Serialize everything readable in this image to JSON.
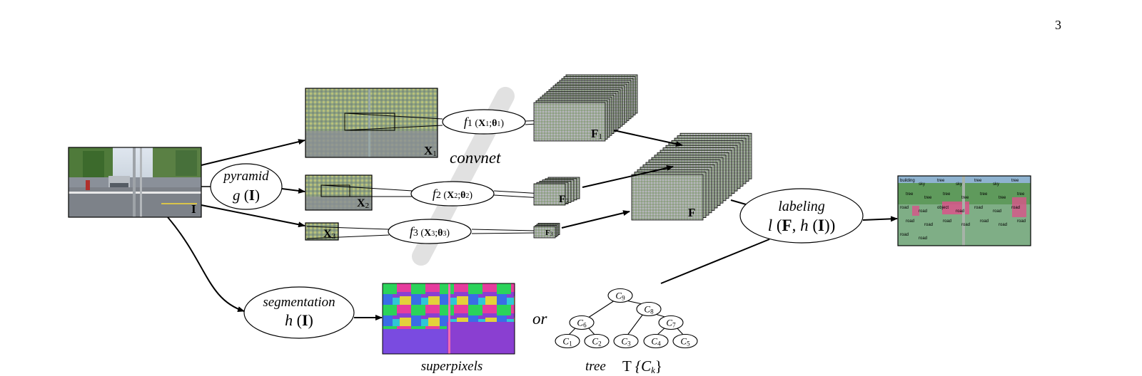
{
  "page_number": "3",
  "labels": {
    "convnet": "convnet",
    "pyramid": "pyramid",
    "pyramid_fn": "g",
    "input": "I",
    "segmentation": "segmentation",
    "segmentation_fn": "h",
    "labeling": "labeling",
    "labeling_fn_l": "l",
    "labeling_F": "F",
    "labeling_h": "h",
    "or": "or",
    "superpixels": "superpixels",
    "tree": "tree",
    "tree_symbol": "T",
    "tree_set": "{C",
    "tree_sub": "k",
    "tree_close": "}"
  },
  "scales": [
    {
      "x": "X",
      "sub": "1",
      "f": "f",
      "fsub": "1",
      "xarg": "X",
      "xargsub": "1",
      "theta": "θ",
      "thetasub": "1",
      "F": "F",
      "Fsub": "1"
    },
    {
      "x": "X",
      "sub": "2",
      "f": "f",
      "fsub": "2",
      "xarg": "X",
      "xargsub": "2",
      "theta": "θ",
      "thetasub": "2",
      "F": "F",
      "Fsub": "2"
    },
    {
      "x": "X",
      "sub": "3",
      "f": "f",
      "fsub": "3",
      "xarg": "X",
      "xargsub": "3",
      "theta": "θ",
      "thetasub": "3",
      "F": "F",
      "Fsub": "3"
    }
  ],
  "combined_feature": "F",
  "tree_nodes": {
    "c9": {
      "c": "C",
      "s": "9"
    },
    "c8": {
      "c": "C",
      "s": "8"
    },
    "c6": {
      "c": "C",
      "s": "6"
    },
    "c7": {
      "c": "C",
      "s": "7"
    },
    "c1": {
      "c": "C",
      "s": "1"
    },
    "c2": {
      "c": "C",
      "s": "2"
    },
    "c3": {
      "c": "C",
      "s": "3"
    },
    "c4": {
      "c": "C",
      "s": "4"
    },
    "c5": {
      "c": "C",
      "s": "5"
    }
  },
  "output_labels": [
    "building",
    "sky",
    "tree",
    "sky",
    "tree",
    "sky",
    "tree",
    "tree",
    "tree",
    "tree",
    "tree",
    "tree",
    "tree",
    "tree",
    "road",
    "road",
    "object",
    "road",
    "road",
    "road",
    "road",
    "road",
    "road",
    "road",
    "road",
    "road",
    "road",
    "road",
    "road",
    "road"
  ],
  "colors": {
    "arrow": "#000000",
    "convnet_band": "#e1e1e1",
    "feature_map": "#9fae96",
    "label_overlay": "#d9548a"
  }
}
